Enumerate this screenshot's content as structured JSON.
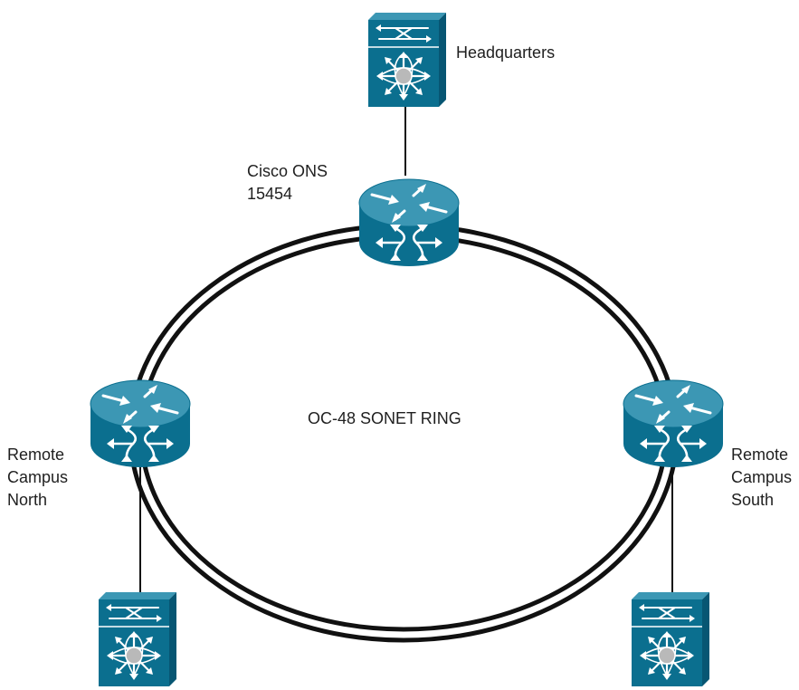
{
  "diagram": {
    "ring_label": "OC-48 SONET RING",
    "ons_label": [
      "Cisco ONS",
      "15454"
    ],
    "headquarters_label": "Headquarters",
    "remote_north_label": [
      "Remote",
      "Campus",
      "North"
    ],
    "remote_south_label": [
      "Remote",
      "Campus",
      "South"
    ],
    "colors": {
      "device_front": "#0b6f8f",
      "device_top": "#3c97b4",
      "device_side": "#075673",
      "line": "#111111",
      "glyph": "#ffffff",
      "hub": "#b9b9b9"
    },
    "nodes": [
      {
        "id": "headquarters-switch",
        "icon": "multilayer-switch-icon"
      },
      {
        "id": "ons-15454-top",
        "icon": "router-icon"
      },
      {
        "id": "ons-north",
        "icon": "router-icon"
      },
      {
        "id": "ons-south",
        "icon": "router-icon"
      },
      {
        "id": "north-campus-switch",
        "icon": "multilayer-switch-icon"
      },
      {
        "id": "south-campus-switch",
        "icon": "multilayer-switch-icon"
      }
    ]
  }
}
